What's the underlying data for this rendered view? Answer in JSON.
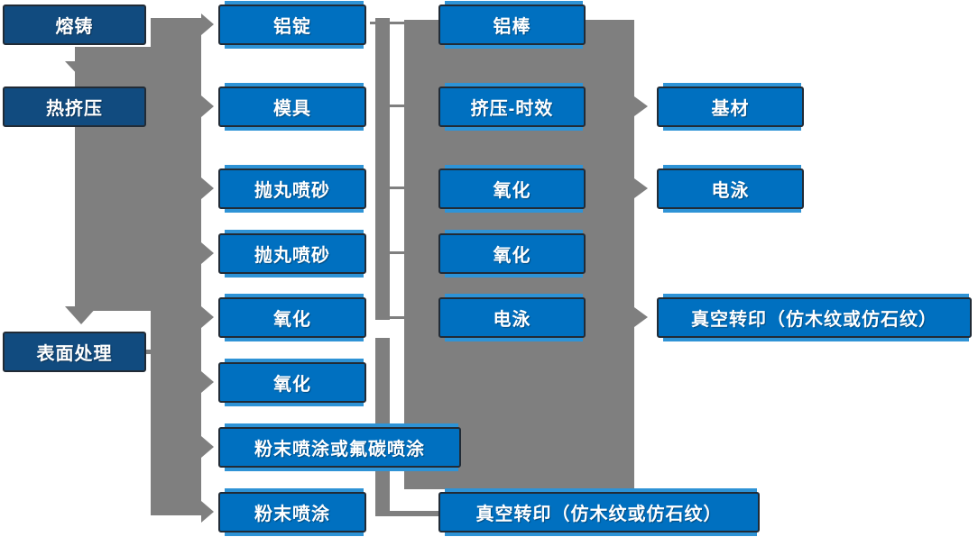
{
  "diagram": {
    "title_hint": "aluminum-profile-production-flowchart",
    "col1": [
      "熔铸",
      "热挤压",
      "表面处理"
    ],
    "col2": [
      "铝锭",
      "模具",
      "抛丸喷砂",
      "抛丸喷砂",
      "氧化",
      "氧化",
      "粉末喷涂或氟碳喷涂",
      "粉末喷涂"
    ],
    "col3": [
      "铝棒",
      "挤压-时效",
      "氧化",
      "氧化",
      "电泳",
      "真空转印（仿木纹或仿石纹）"
    ],
    "col4": [
      "基材",
      "电泳",
      "真空转印（仿木纹或仿石纹）"
    ]
  },
  "colors": {
    "stage_box": "#114b7f",
    "process_box": "#0070c0",
    "accent_shadow": "#2e93d6",
    "connector_gray": "#7f7f7f",
    "outline": "#212b36",
    "text": "#ffffff"
  }
}
